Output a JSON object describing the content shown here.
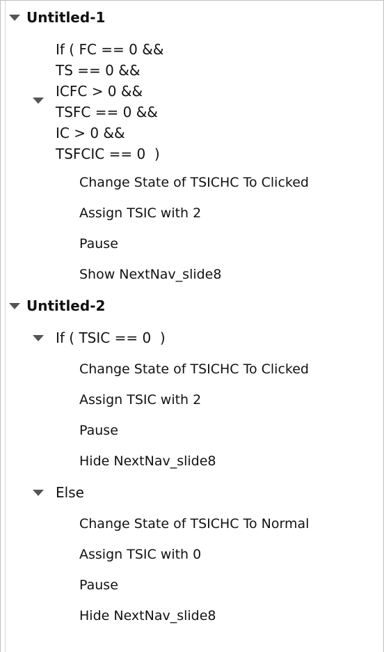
{
  "tree": [
    {
      "label": "Untitled-1",
      "conditions": [
        {
          "lines": [
            "If ( FC == 0 &&",
            "TS == 0 &&",
            "ICFC > 0 &&",
            "TSFC == 0 &&",
            "IC > 0 &&",
            "TSFCIC == 0  )"
          ],
          "actions": [
            "Change State of TSICHC To Clicked",
            "Assign TSIC with 2",
            "Pause",
            "Show NextNav_slide8"
          ]
        }
      ]
    },
    {
      "label": "Untitled-2",
      "conditions": [
        {
          "lines": [
            "If ( TSIC == 0  )"
          ],
          "actions": [
            "Change State of TSICHC To Clicked",
            "Assign TSIC with 2",
            "Pause",
            "Hide NextNav_slide8"
          ]
        },
        {
          "lines": [
            "Else"
          ],
          "actions": [
            "Change State of TSICHC To Normal",
            "Assign TSIC with 0",
            "Pause",
            "Hide NextNav_slide8"
          ]
        }
      ]
    }
  ],
  "icons": {
    "expand": "triangle-down-icon"
  },
  "colors": {
    "border": "#bdbdbd",
    "triangle": "#555555",
    "text": "#111111"
  }
}
